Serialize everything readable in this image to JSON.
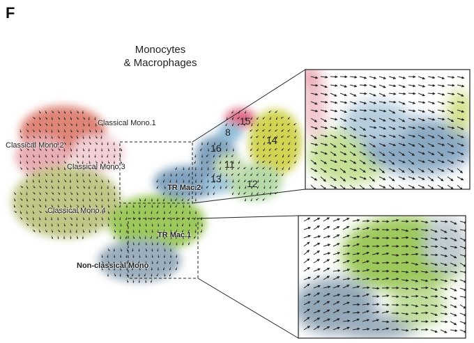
{
  "panel_letter": "F",
  "title": {
    "line1": "Monocytes",
    "line2": "& Macrophages"
  },
  "cluster_labels": [
    {
      "id": "classical-mono-1",
      "text": "Classical Mono.1",
      "bold": false
    },
    {
      "id": "classical-mono-2",
      "text": "Classical Mono.2",
      "bold": false
    },
    {
      "id": "classical-mono-3",
      "text": "Classical Mono.3",
      "bold": false
    },
    {
      "id": "classical-mono-4",
      "text": "Classical Mono.4",
      "bold": false
    },
    {
      "id": "tr-mac-2",
      "text": "TR Mac.2",
      "bold": true
    },
    {
      "id": "tr-mac-1",
      "text": "TR Mac.1",
      "bold": true
    },
    {
      "id": "non-classical-mono",
      "text": "Non-classical Mono",
      "bold": true
    }
  ],
  "cluster_numbers": [
    "15",
    "8",
    "14",
    "16",
    "11",
    "13",
    "12"
  ],
  "colors": {
    "classical_mono_1": "#d9705f",
    "classical_mono_2": "#e6a0a8",
    "classical_mono_3": "#f0c8cf",
    "classical_mono_4": "#b7bd72",
    "tr_mac_1": "#8cbf3f",
    "tr_mac_2": "#6d93b4",
    "non_classical_mono": "#8aa0b2",
    "cluster_14": "#c9cc34",
    "cluster_12": "#a9d49a",
    "arrow": "#333333"
  }
}
